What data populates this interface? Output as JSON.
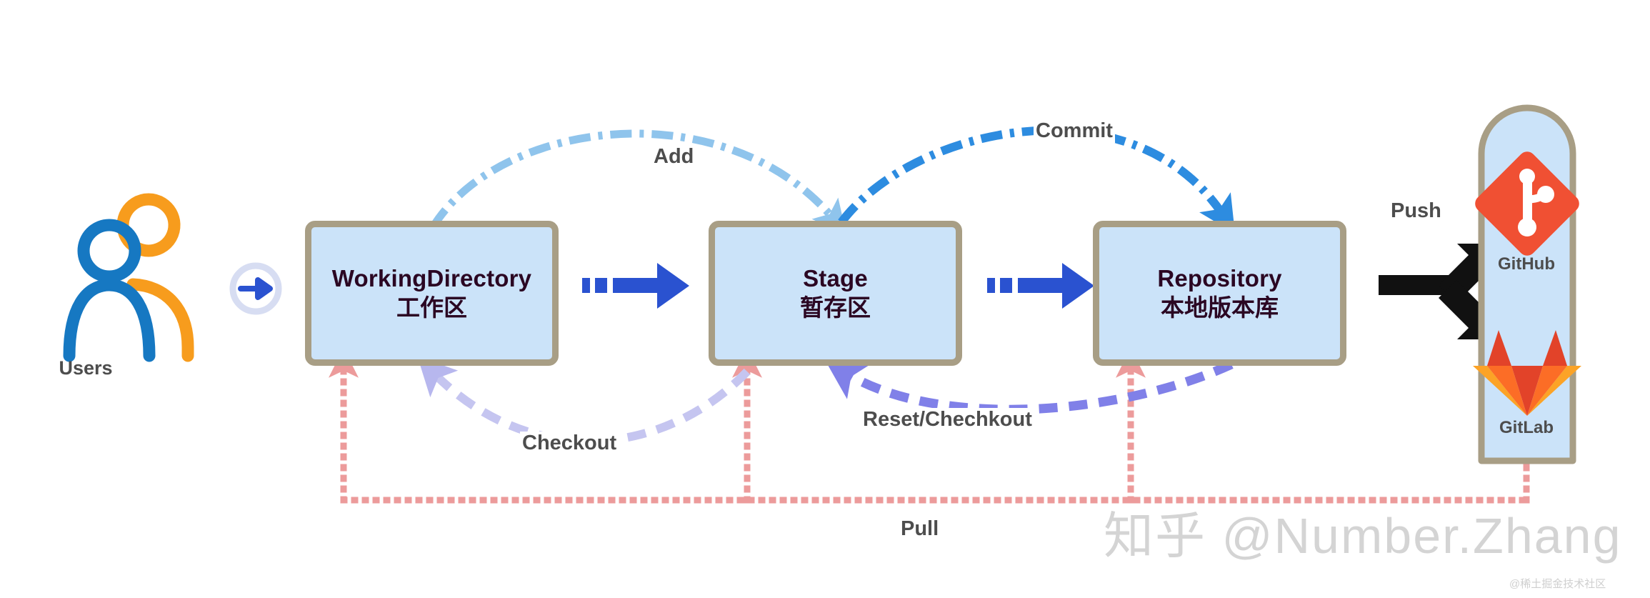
{
  "diagram": {
    "title": "Git Workflow Diagram",
    "colors": {
      "box_fill": "#cbe3f9",
      "box_border": "#a89e85",
      "box_text": "#2b0723",
      "label_text": "#4d4d4d",
      "add_arrow": "#8fc4ec",
      "commit_arrow": "#2d8ce0",
      "flow_arrow": "#2a52d0",
      "checkout_arrow": "#c5c5f0",
      "reset_arrow": "#8080e8",
      "pull_arrow": "#ec9b9b",
      "push_arrow": "#111111",
      "user_blue": "#1678c2",
      "user_orange": "#f79c1d",
      "git_logo": "#f05033",
      "gitlab_red": "#e24329",
      "gitlab_orange": "#fc6d26",
      "gitlab_amber": "#fca326"
    }
  },
  "actors": {
    "users": {
      "label": "Users",
      "icon": "two-people-icon",
      "enter_icon": "circled-right-arrow-icon"
    }
  },
  "stages": [
    {
      "id": "working-directory",
      "title_en": "WorkingDirectory",
      "title_cn": "工作区"
    },
    {
      "id": "stage",
      "title_en": "Stage",
      "title_cn": "暂存区"
    },
    {
      "id": "repository",
      "title_en": "Repository",
      "title_cn": "本地版本库"
    }
  ],
  "remote": {
    "services": [
      {
        "id": "github",
        "label": "GitHub",
        "icon": "git-diamond-icon"
      },
      {
        "id": "gitlab",
        "label": "GitLab",
        "icon": "gitlab-fox-icon"
      }
    ]
  },
  "edges": [
    {
      "id": "add",
      "label": "Add",
      "from": "working-directory",
      "to": "stage",
      "style": "dash-dot",
      "color": "#8fc4ec"
    },
    {
      "id": "commit",
      "label": "Commit",
      "from": "stage",
      "to": "repository",
      "style": "dash-dot",
      "color": "#2d8ce0"
    },
    {
      "id": "checkout",
      "label": "Checkout",
      "from": "stage",
      "to": "working-directory",
      "style": "dashed",
      "color": "#c5c5f0"
    },
    {
      "id": "reset",
      "label": "Reset/Chechkout",
      "from": "repository",
      "to": "stage",
      "style": "dashed",
      "color": "#8080e8"
    },
    {
      "id": "push",
      "label": "Push",
      "from": "repository",
      "to": "remote",
      "style": "solid",
      "color": "#111111"
    },
    {
      "id": "pull",
      "label": "Pull",
      "from": "remote",
      "to": "all-local",
      "style": "dotted",
      "color": "#ec9b9b"
    }
  ],
  "watermark": {
    "main": "知乎 @Number.Zhang",
    "sub": "@稀土掘金技术社区"
  }
}
